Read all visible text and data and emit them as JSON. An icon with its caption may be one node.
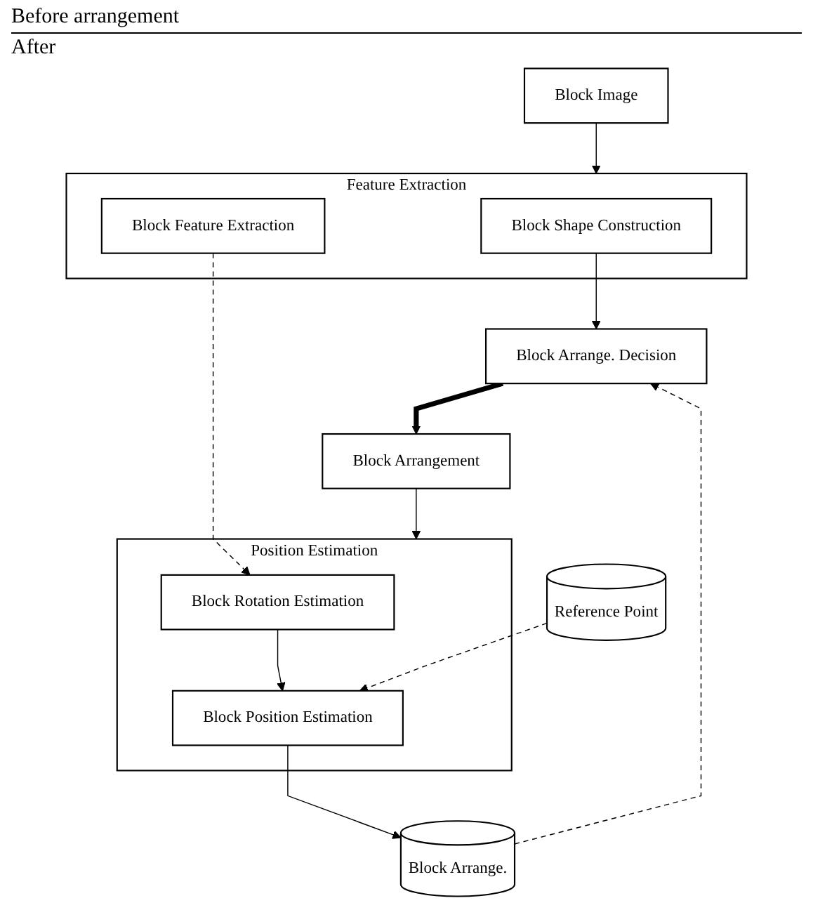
{
  "diagram": {
    "nodes": [
      {
        "text": [
          "Feature Extraction"
        ]
      },
      {
        "text": [
          "Block Image"
        ]
      },
      {
        "text": [
          "Block Shape Construction"
        ],
        "in": 0
      },
      {
        "text": [
          "Block Feature Extraction"
        ],
        "in": 0
      },
      {
        "text": [
          "Block Arrange. Decision"
        ]
      },
      {
        "text": [
          "Position Estimation"
        ]
      },
      {
        "text": [
          "Block Rotation Estimation"
        ],
        "in": 5
      },
      {
        "text": [
          "Block Position Estimation"
        ],
        "in": 5
      },
      {
        "text": [
          "Block Arrangement"
        ]
      },
      {
        "text": [
          "Reference Point"
        ]
      },
      {
        "text": [
          "Block Arrange."
        ]
      }
    ],
    "edges": [
      {
        "from": 1,
        "to": 0,
        "arrow": "to"
      },
      {
        "from": 2,
        "to": 4,
        "arrow": "to"
      },
      {
        "from": 4,
        "to": 8,
        "arrow": "to",
        "style": "thick"
      },
      {
        "from": 3,
        "to": 6,
        "arrow": "to",
        "style": "dashed"
      },
      {
        "from": 6,
        "to": 7,
        "arrow": "to"
      },
      {
        "from": 8,
        "to": 5,
        "arrow": "to"
      },
      {
        "from": 9,
        "to": 7,
        "arrow": "to",
        "style": "dashed"
      },
      {
        "from": 7,
        "to": 10,
        "arrow": "to"
      },
      {
        "from": 10,
        "to": 4,
        "arrow": "to",
        "style": "dashed"
      }
    ],
    "labels": [
      "Before arrangement",
      "After"
    ]
  }
}
